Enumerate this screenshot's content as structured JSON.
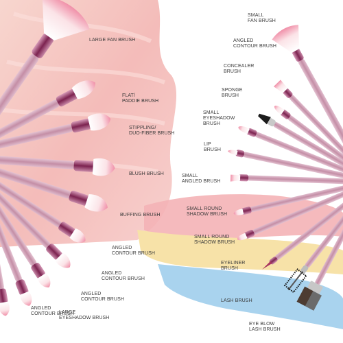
{
  "labels": {
    "large_fan": "LARGE FAN BRUSH",
    "flat_paddle": "FLAT/\nPADDIE BRUSH",
    "stippling": "STIPPLING/\nDUO-FIBER BRUSH",
    "blush": "BLUSH BRUSH",
    "buffing": "BUFFING BRUSH",
    "angled_contour_1": "ANGLED\nCONTOUR BRUSH",
    "angled_contour_2": "ANGLED\nCONTOUR BRUSH",
    "angled_contour_3": "ANGLED\nCONTOUR BRUSH",
    "large_eyeshadow": "LARGE\nEYESHADOW BRUSH",
    "angled_contour_4": "ANGLED\nCONTOUR BRUSH",
    "small_fan": "SMALL\nFAN BRUSH",
    "angled_contour_right": "ANGLED\nCONTOUR BRUSH",
    "concealer": "CONCEALER\nBRUSH",
    "sponge": "SPONGE\nBRUSH",
    "small_eyeshadow": "SMALL\nEYESHADOW\nBRUSH",
    "lip": "LIP\nBRUSH",
    "small_angled": "SMALL\nANGLED BRUSH",
    "small_round_shadow_1": "SMALL ROUND\nSHADOW BRUSH",
    "small_round_shadow_2": "SMALL ROUND\nSHADOW BRUSH",
    "eyeliner": "EYELINER\nBRUSH",
    "lash": "LASH BRUSH",
    "eyebrow_lash": "EYE BLOW\nLASH BRUSH"
  },
  "colors": {
    "background": "#ffffff",
    "swatch_pink": "#f4b9b4",
    "swatch_yellow": "#f7e2a8",
    "swatch_blue": "#a9d3ee",
    "handle": "#cfa0b4",
    "ferrule": "#8a2f57",
    "bristle": "#f6c7cf",
    "label_text": "#3a3a3a"
  }
}
